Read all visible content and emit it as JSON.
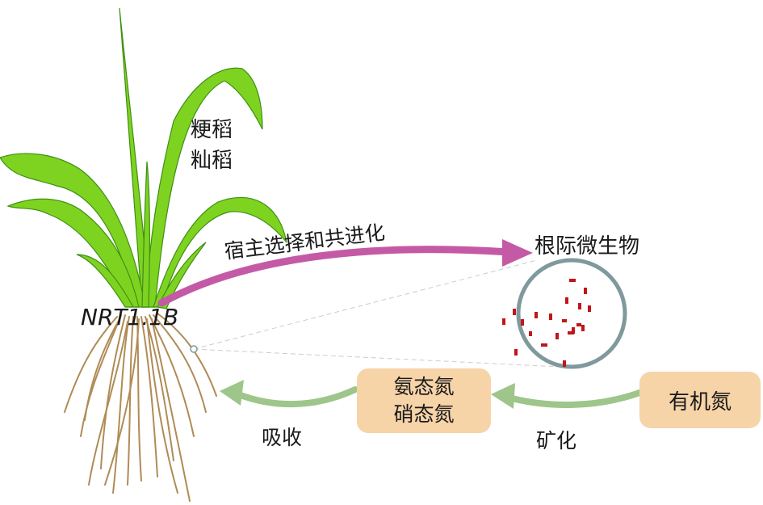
{
  "labels": {
    "rice_japonica": "粳稻",
    "rice_indica": "籼稻",
    "gene": "NRT1.1B",
    "host_selection": "宿主选择和共进化",
    "rhizosphere_microbes": "根际微生物",
    "absorb": "吸收",
    "mineralize": "矿化"
  },
  "boxes": {
    "inorganic_n": [
      "氨态氮",
      "硝态氮"
    ],
    "organic_n": "有机氮"
  },
  "colors": {
    "leaf": "#7ed321",
    "leaf_edge": "#3f8f12",
    "root": "#b08b55",
    "host_arrow": "#c45aa5",
    "green_arrow": "#9ec58a",
    "box_fill": "#f7d3a8",
    "circle_edge": "#7f999c",
    "microbe": "#c0151b"
  }
}
